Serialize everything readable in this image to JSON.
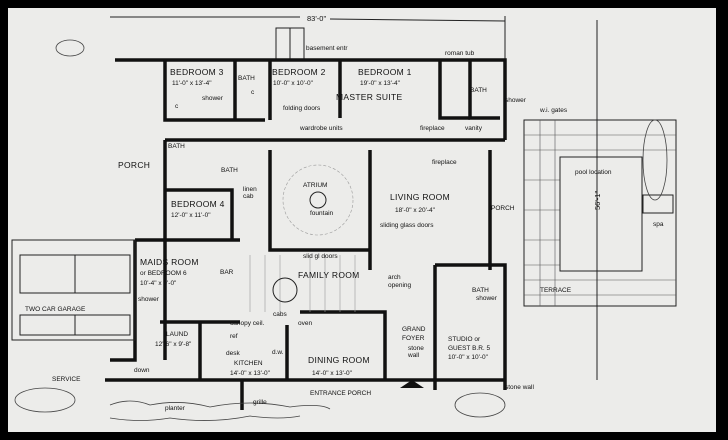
{
  "overall_width": "83'-0\"",
  "overall_depth": "56'-1\"",
  "rooms": {
    "bedroom3": {
      "name": "BEDROOM 3",
      "size": "11'-0\" x 13'-4\""
    },
    "bedroom2": {
      "name": "BEDROOM 2",
      "size": "10'-0\" x 10'-0\""
    },
    "bedroom1": {
      "name": "BEDROOM 1",
      "size": "19'-0\" x 13'-4\""
    },
    "master_suite": {
      "name": "MASTER SUITE"
    },
    "bedroom4": {
      "name": "BEDROOM 4",
      "size": "12'-0\" x 11'-0\""
    },
    "atrium": {
      "name": "ATRIUM"
    },
    "living_room": {
      "name": "LIVING ROOM",
      "size": "18'-0\" x 20'-4\""
    },
    "family_room": {
      "name": "FAMILY ROOM"
    },
    "maids_room": {
      "name": "MAIDS ROOM",
      "name2": "or BEDROOM 6",
      "size": "10'-4\" x 9'-0\""
    },
    "garage": {
      "name": "TWO CAR GARAGE"
    },
    "laundry": {
      "name": "LAUND",
      "size": "12'-6\" x 9'-8\""
    },
    "kitchen": {
      "name": "KITCHEN",
      "size": "14'-0\" x 13'-0\""
    },
    "dining_room": {
      "name": "DINING ROOM",
      "size": "14'-0\" x 13'-0\""
    },
    "grand_foyer": {
      "name": "GRAND",
      "name2": "FOYER"
    },
    "studio": {
      "name": "STUDIO or",
      "name2": "GUEST B.R. 5",
      "size": "10'-0\" x 10'-0\""
    },
    "service": {
      "name": "SERVICE"
    },
    "entrance_porch": {
      "name": "ENTRANCE PORCH"
    },
    "porch_left": {
      "name": "PORCH"
    },
    "porch_right": {
      "name": "PORCH"
    },
    "terrace": {
      "name": "TERRACE"
    },
    "bath_a": {
      "name": "BATH"
    },
    "bath_b": {
      "name": "BATH"
    },
    "bath_c": {
      "name": "BATH"
    },
    "bath_master": {
      "name": "BATH"
    },
    "bath_studio": {
      "name": "BATH"
    },
    "bar": {
      "name": "BAR"
    }
  },
  "notes": {
    "basement": "basement entr",
    "roman_tub": "roman tub",
    "shower1": "shower",
    "shower2": "shower",
    "shower3": "shower",
    "shower4": "shower",
    "folding_doors": "folding doors",
    "wardrobe": "wardrobe units",
    "fireplace1": "fireplace",
    "fireplace2": "fireplace",
    "vanity": "vanity",
    "gates": "w.i. gates",
    "linen": "linen",
    "linen2": "cab",
    "fountain": "fountain",
    "sliding_glass": "sliding glass doors",
    "slid_gl": "slid gl doors",
    "arch": "arch",
    "arch2": "opening",
    "canopy": "canopy ceil.",
    "cabs": "cabs",
    "oven": "oven",
    "ref": "ref",
    "desk": "desk",
    "dw": "d.w.",
    "down": "down",
    "stone_wall": "stone",
    "stone_wall2": "wall",
    "stone_wall_ext": "stone wall",
    "planter": "planter",
    "grille": "grille",
    "pool": "pool   location",
    "spa": "spa",
    "closet": "c"
  }
}
